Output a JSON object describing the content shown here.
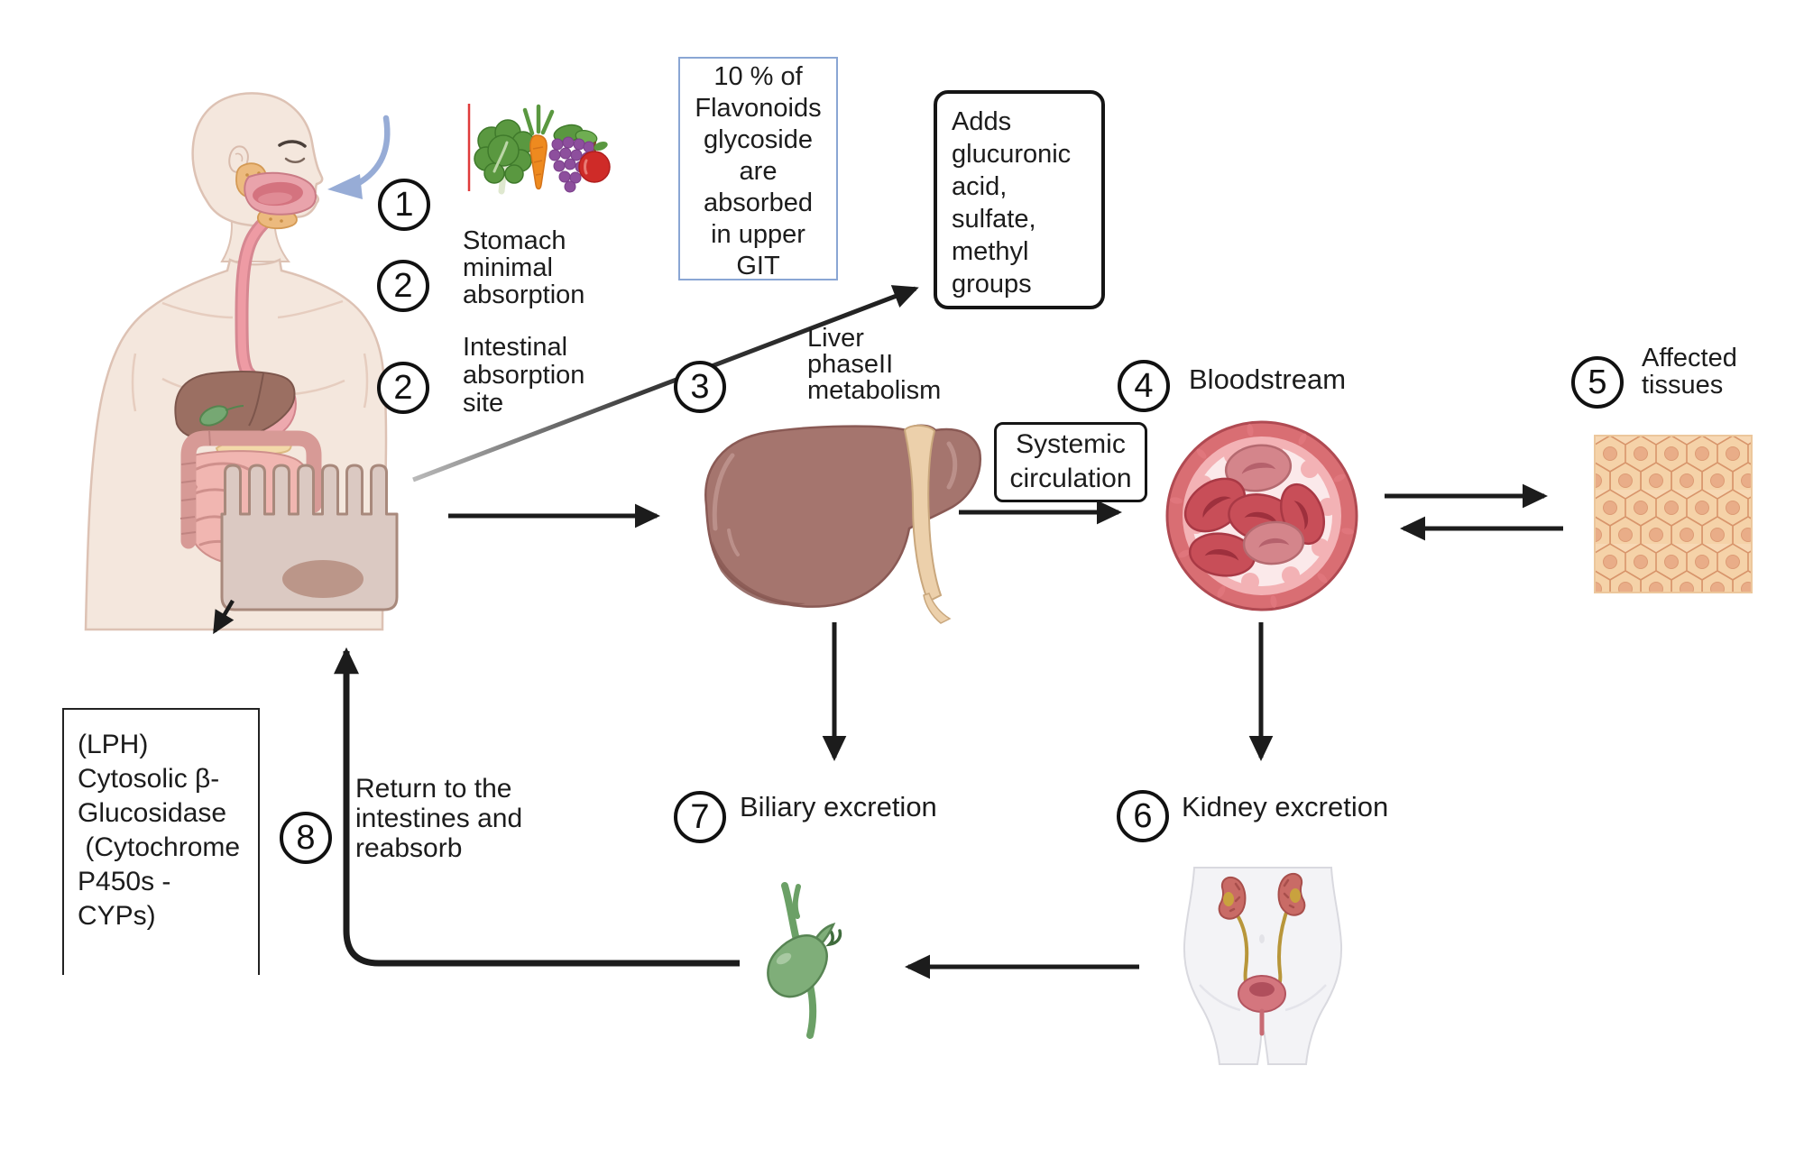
{
  "title": "Flavonoid absorption and metabolism pathway diagram",
  "badges": {
    "step1": "1",
    "step2a": "2",
    "step2b": "2",
    "step3": "3",
    "step4": "4",
    "step5": "5",
    "step6": "6",
    "step7": "7",
    "step8": "8"
  },
  "labels": {
    "stomach": "Stomach\nminimal\nabsorption",
    "intestinal": "Intestinal\nabsorption\nsite",
    "liver_phase": "Liver\nphaseII\nmetabolism",
    "bloodstream": "Bloodstream",
    "affected_tissues": "Affected\ntissues",
    "kidney_excretion": "Kidney excretion",
    "biliary_excretion": "Biliary excretion",
    "return_intestines": "Return to the\nintestines and\nreabsorb"
  },
  "boxes": {
    "git_note": "10 % of\nFlavonoids\nglycoside\nare\nabsorbed\nin upper\nGIT",
    "adds_groups": "Adds\nglucuronic\nacid,\nsulfate,\nmethyl\ngroups",
    "systemic_circulation": "Systemic\ncirculation",
    "lph_enzymes": "(LPH)\nCytosolic β-\nGlucosidase\n (Cytochrome\nP450s -\nCYPs)"
  },
  "palette": {
    "text": "#1c1c1c",
    "arrow_black": "#1f1f1f",
    "git_box_border": "#8aa6d4",
    "intake_arrow_blue": "#97acd6",
    "red_marker_line": "#e03b3b",
    "skin": "#f4e7dd",
    "liver": "#a5756e",
    "vessel_red": "#d96e73",
    "tissue_peach": "#f5d2a8",
    "gallbladder_green": "#7fae79",
    "kidney_red": "#c96b66"
  },
  "icons": {
    "person-eating-icon": "human upper body with digestive tract",
    "vegetables-icon": "kale, carrot, grapes, apple",
    "intestinal-epithelium-icon": "enterocyte cell with villi",
    "liver-icon": "liver organ",
    "blood-vessel-icon": "blood vessel cross-section with red blood cells",
    "tissue-icon": "hexagonal cell tissue patch",
    "gallbladder-icon": "gallbladder with bile ducts",
    "urinary-system-icon": "lower torso with kidneys, ureters and bladder"
  }
}
